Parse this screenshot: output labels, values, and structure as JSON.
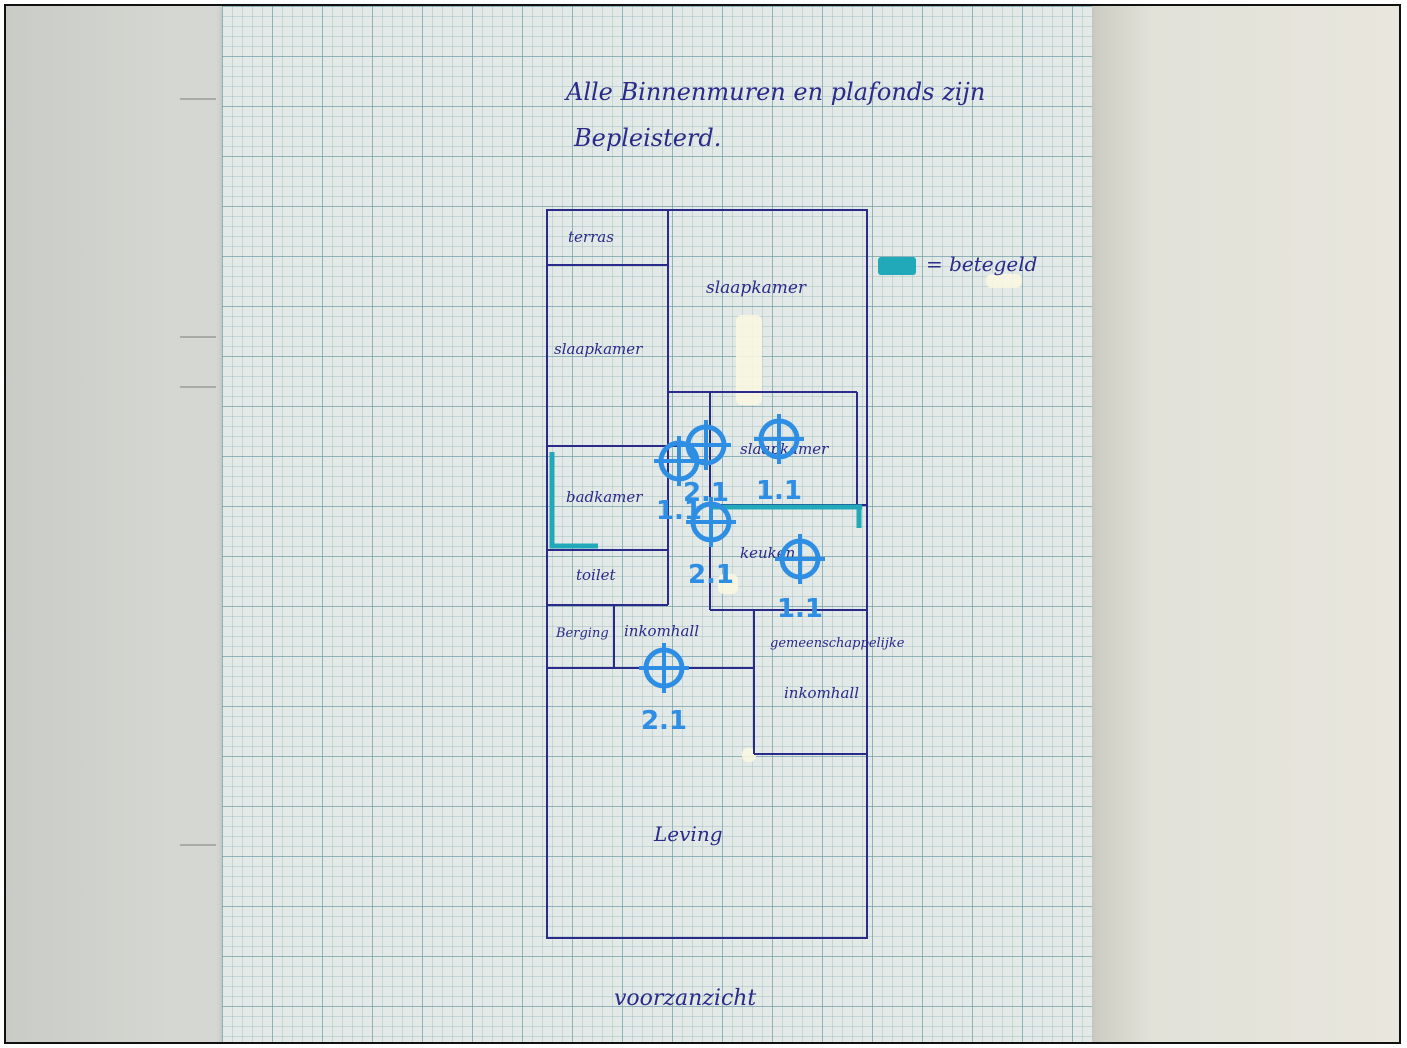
{
  "header": {
    "line1": "Alle Binnenmuren en plafonds zijn",
    "line2": "Bepleisterd."
  },
  "legend": {
    "swatch_color": "#21a9b9",
    "label": "= betegeld"
  },
  "rooms": {
    "terras": "terras",
    "slaapkamer_top": "slaapkamer",
    "slaapkamer_left": "slaapkamer",
    "slaapkamer_mid": "slaapkamer",
    "badkamer": "badkamer",
    "keuken": "keuken",
    "toilet": "toilet",
    "berging": "Berging",
    "inkomhall": "inkomhall",
    "gemeenschappelijke": "gemeenschappelijke",
    "gemeenschappelijke_inkomhall": "inkomhall",
    "leving": "Leving"
  },
  "footer": {
    "caption": "voorzanzicht"
  },
  "markers": [
    {
      "label": "2.1"
    },
    {
      "label": "1.1"
    },
    {
      "label": "1.1"
    },
    {
      "label": "2.1"
    },
    {
      "label": "1.1"
    },
    {
      "label": "2.1"
    }
  ],
  "colors": {
    "ink": "#2a2a8a",
    "marker": "#2e8ee3",
    "tile": "#21a9b9"
  }
}
